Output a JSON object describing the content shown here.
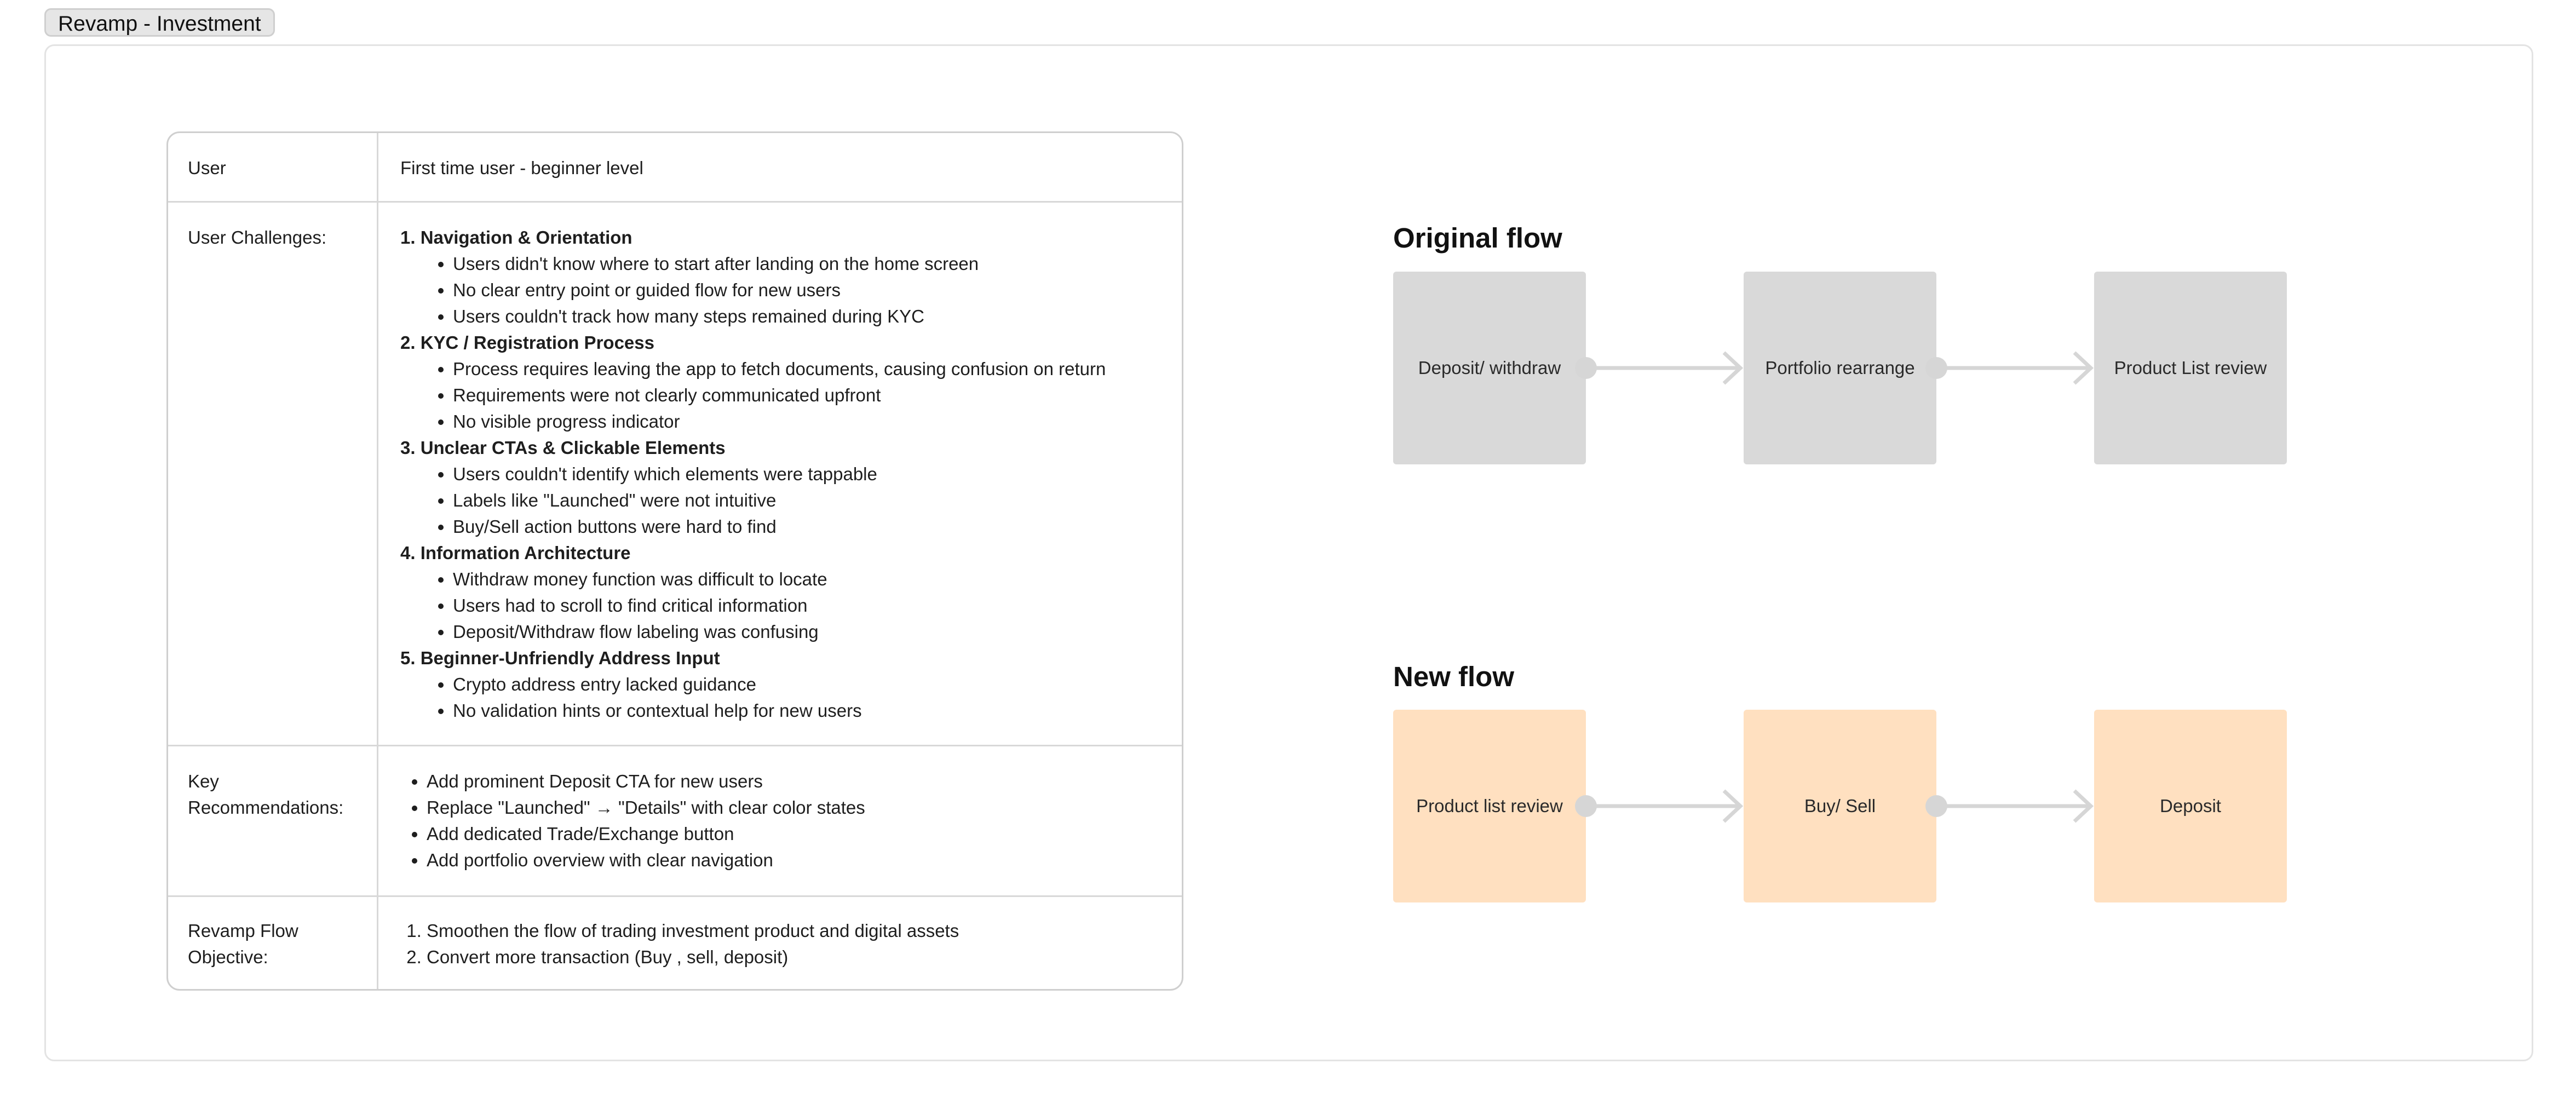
{
  "frame": {
    "title": "Revamp - Investment"
  },
  "table": {
    "user": {
      "label": "User",
      "value": "First time user - beginner level"
    },
    "challenges": {
      "label": "User Challenges:",
      "groups": [
        {
          "heading": "1. Navigation & Orientation",
          "items": [
            "Users didn't know where to start after landing on the home screen",
            "No clear entry point or guided flow for new users",
            "Users couldn't track how many steps remained during KYC"
          ]
        },
        {
          "heading": "2. KYC / Registration Process",
          "items": [
            "Process requires leaving the app to fetch documents, causing confusion on return",
            "Requirements were not clearly communicated upfront",
            "No visible progress indicator"
          ]
        },
        {
          "heading": "3. Unclear CTAs & Clickable Elements",
          "items": [
            "Users couldn't identify which elements were tappable",
            "Labels like \"Launched\" were not intuitive",
            "Buy/Sell action buttons were hard to find"
          ]
        },
        {
          "heading": "4. Information Architecture",
          "items": [
            "Withdraw money function was difficult to locate",
            "Users had to scroll to find critical information",
            "Deposit/Withdraw flow labeling was confusing"
          ]
        },
        {
          "heading": "5. Beginner-Unfriendly Address Input",
          "items": [
            "Crypto address entry lacked guidance",
            "No validation hints or contextual help for new users"
          ]
        }
      ]
    },
    "recommendations": {
      "label": "Key Recommendations:",
      "items": [
        "Add prominent Deposit CTA for new users",
        "Replace \"Launched\" → \"Details\" with clear color states",
        "Add dedicated Trade/Exchange button",
        "Add portfolio overview with clear navigation"
      ]
    },
    "objective": {
      "label": "Revamp Flow Objective:",
      "items": [
        "Smoothen the flow of trading investment product and digital assets",
        "Convert more transaction (Buy , sell, deposit)"
      ]
    }
  },
  "original_flow": {
    "title": "Original flow",
    "steps": [
      "Deposit/ withdraw",
      "Portfolio rearrange",
      "Product List review"
    ],
    "color": "#d9d9d9"
  },
  "new_flow": {
    "title": "New flow",
    "steps": [
      "Product list review",
      "Buy/ Sell",
      "Deposit"
    ],
    "color": "#ffe0c0"
  },
  "colors": {
    "connector": "#d6d6d6",
    "border": "#cfcfcf"
  }
}
